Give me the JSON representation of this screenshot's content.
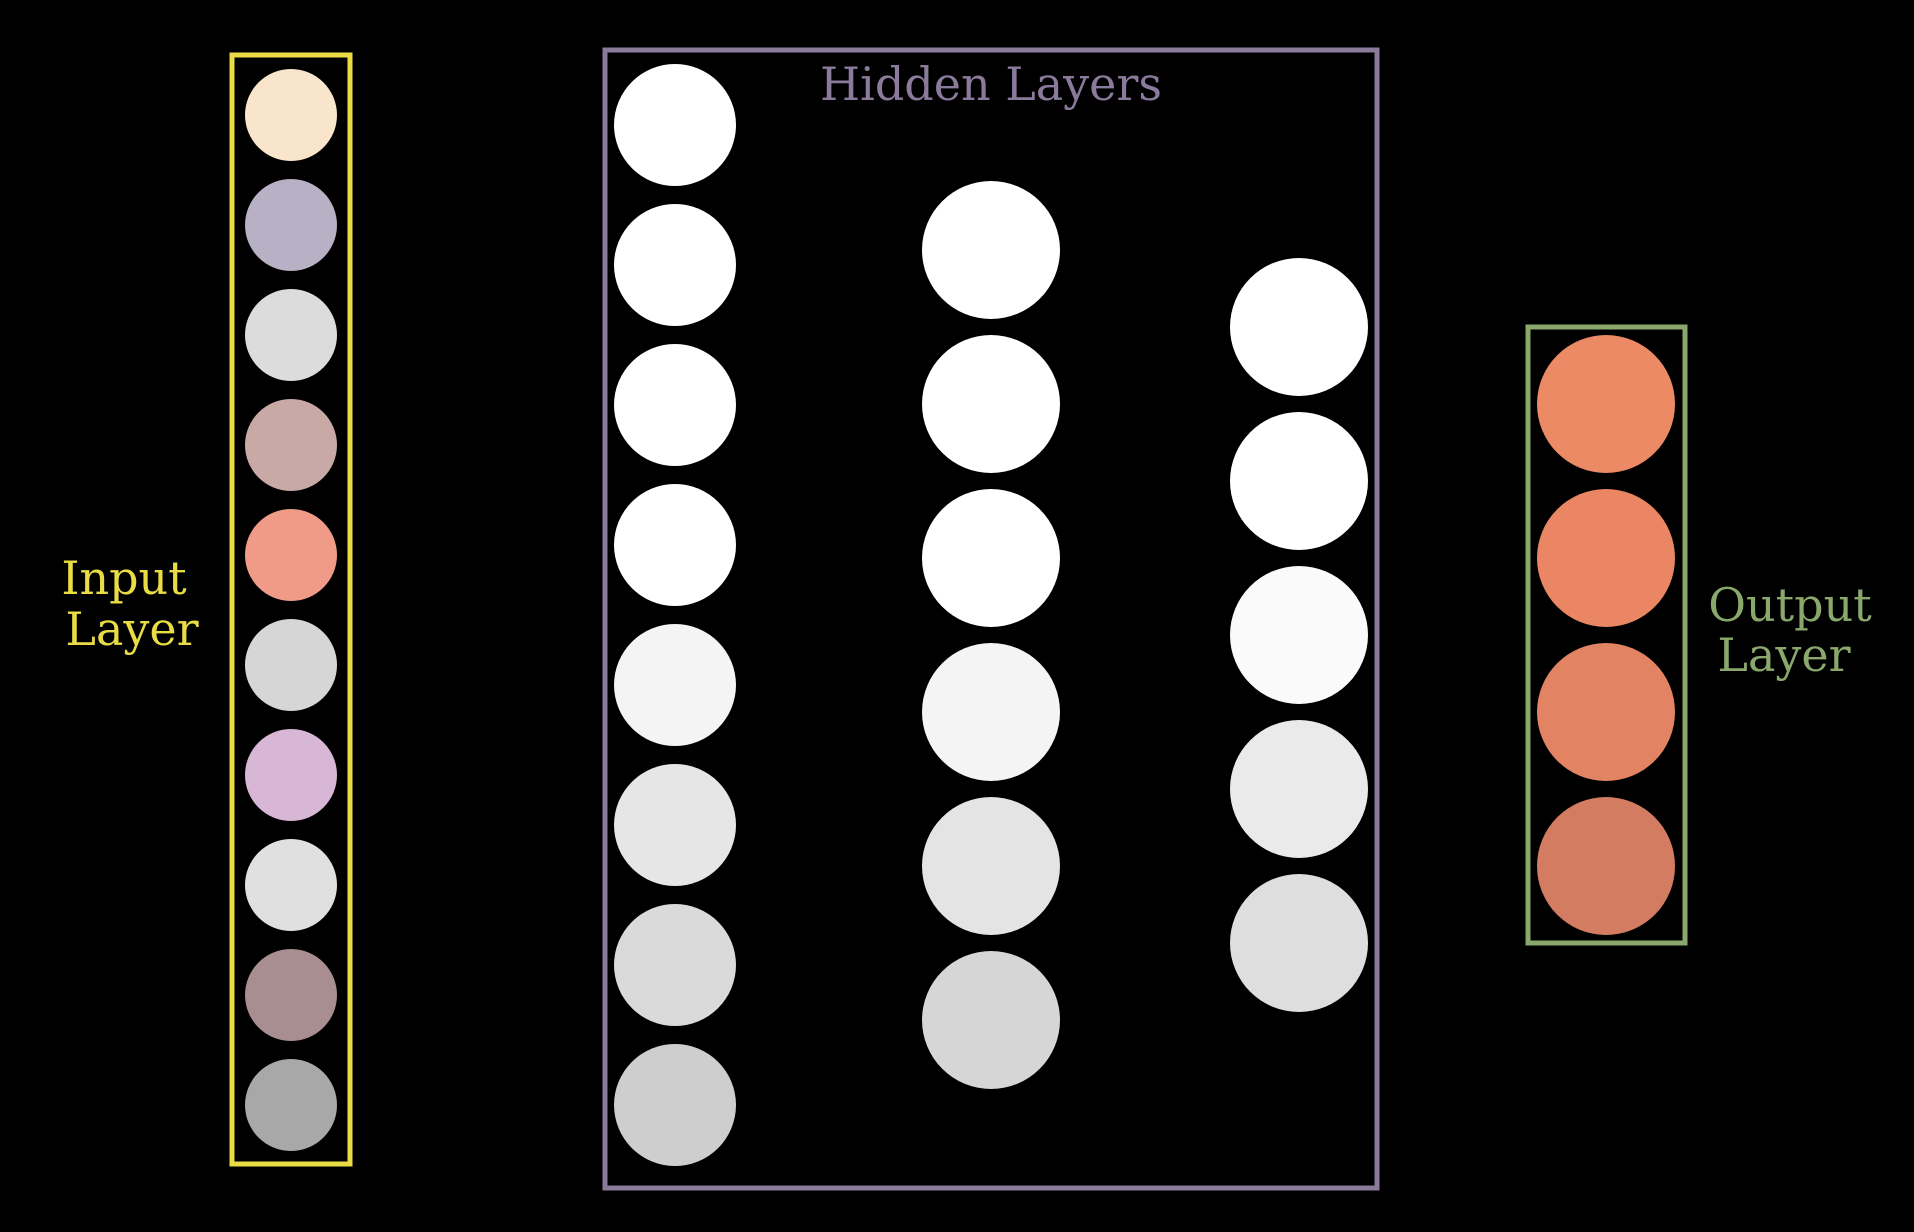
{
  "diagram": {
    "background": "#000000",
    "input_layer": {
      "label_lines": [
        "Input",
        "Layer"
      ],
      "color": "#e9dc44",
      "neurons": [
        "#f9e4cc",
        "#b8b0c4",
        "#dcdcdc",
        "#c8a9a5",
        "#f09a88",
        "#d6d6d6",
        "#d8b6d6",
        "#e0e0e0",
        "#a88e90",
        "#a8a8a8"
      ]
    },
    "hidden_layers": {
      "label": "Hidden Layers",
      "color": "#8a7a9c",
      "layers": [
        {
          "neurons": [
            "#ffffff",
            "#ffffff",
            "#ffffff",
            "#ffffff",
            "#f4f4f4",
            "#e6e6e6",
            "#dadada",
            "#cecece"
          ]
        },
        {
          "neurons": [
            "#ffffff",
            "#ffffff",
            "#ffffff",
            "#f4f4f4",
            "#e4e4e4",
            "#d6d6d6"
          ]
        },
        {
          "neurons": [
            "#ffffff",
            "#ffffff",
            "#fafafa",
            "#eaeaea",
            "#dedede"
          ]
        }
      ]
    },
    "output_layer": {
      "label_lines": [
        "Output",
        "Layer"
      ],
      "color": "#8aa86c",
      "neurons": [
        "#ec8a66",
        "#ea8664",
        "#e28464",
        "#d47c62"
      ]
    }
  }
}
